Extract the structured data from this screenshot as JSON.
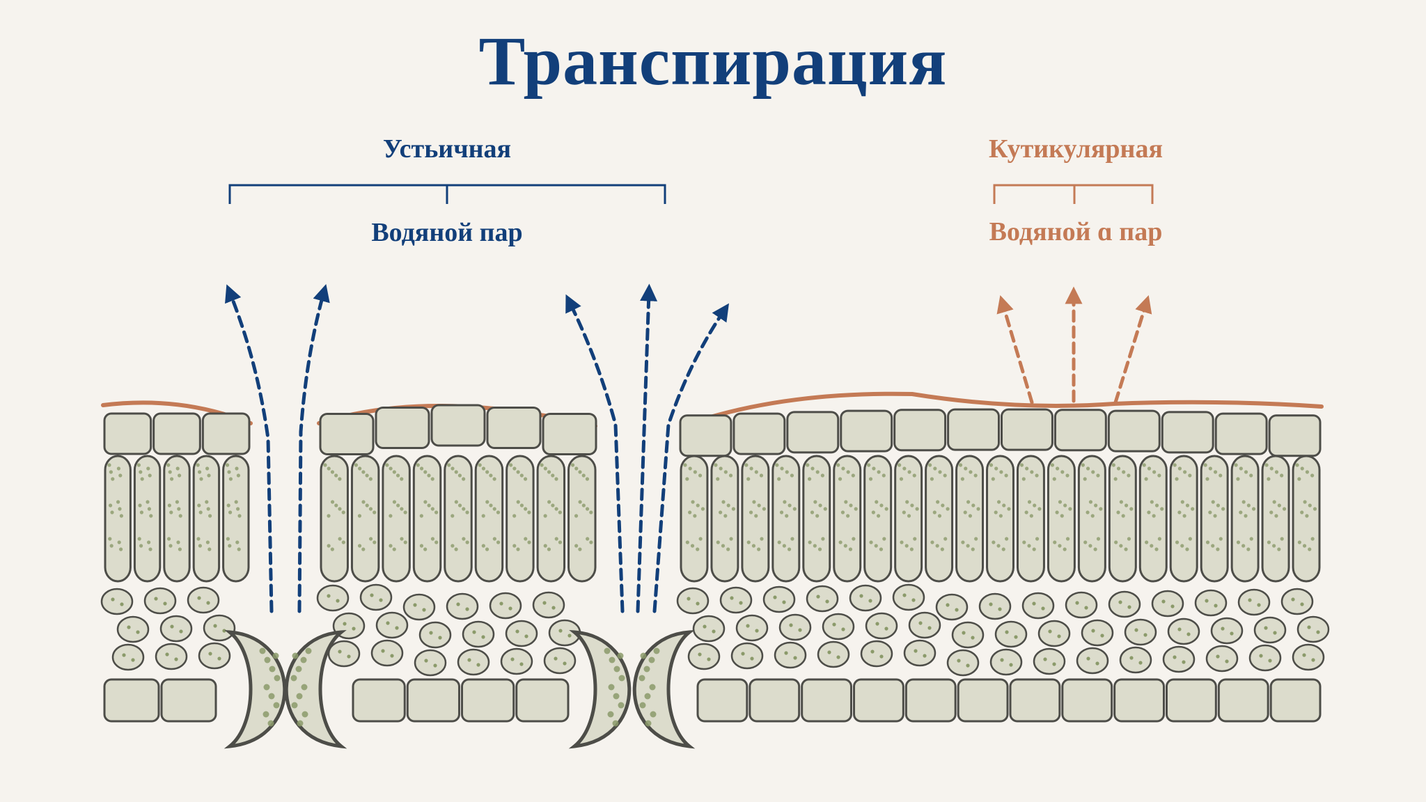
{
  "title": "Транспирация",
  "stomatal": {
    "label": "Устьичная",
    "vapor_label": "Водяной пар"
  },
  "cuticular": {
    "label": "Кутикулярная",
    "vapor_label": "Водяной ɑ пар"
  },
  "colors": {
    "background": "#f6f3ee",
    "stomatal_accent": "#123f7a",
    "cuticular_accent": "#c47a55",
    "cell_fill": "#dcdccc",
    "cell_outline": "#4d4d48",
    "chloroplast": "#8b9a6a"
  },
  "icons": {
    "stomatal_arrows": "dashed-arrow-up",
    "cuticular_arrows": "dashed-arrow-up",
    "guard_cells": "guard-cell-crescent"
  }
}
